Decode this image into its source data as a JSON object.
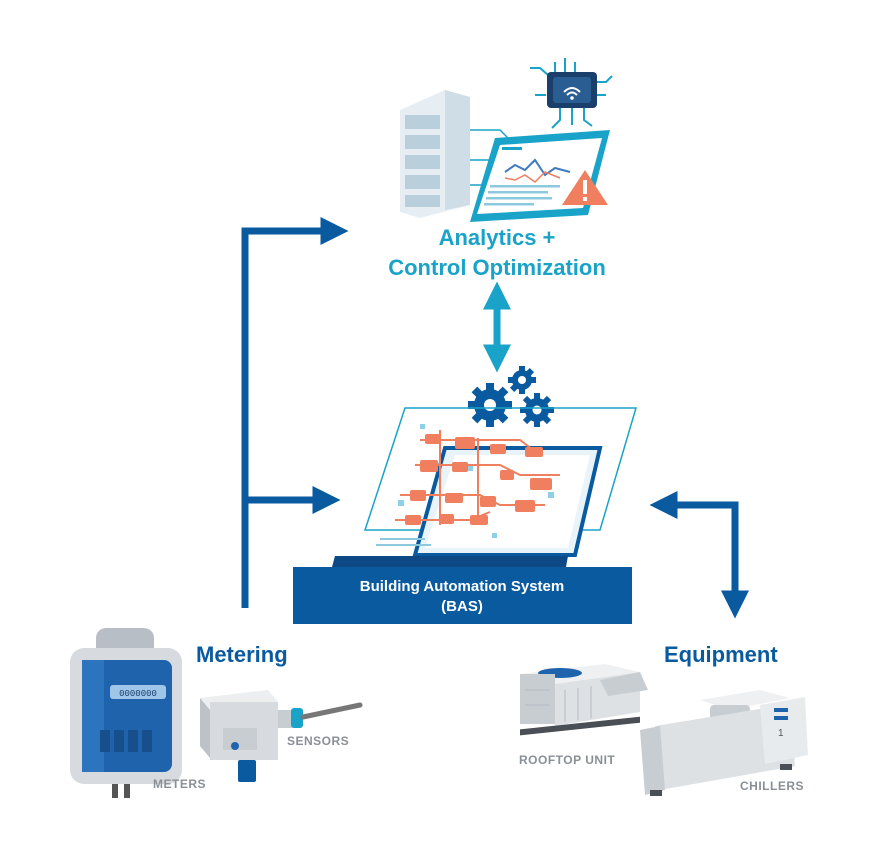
{
  "analytics": {
    "title_line1": "Analytics +",
    "title_line2": "Control Optimization"
  },
  "bas": {
    "title_line1": "Building Automation System",
    "title_line2": "(BAS)"
  },
  "metering": {
    "title": "Metering",
    "meters_label": "METERS",
    "sensors_label": "SENSORS",
    "meter_display": "0000000"
  },
  "equipment": {
    "title": "Equipment",
    "rooftop_label": "ROOFTOP UNIT",
    "chillers_label": "CHILLERS",
    "chiller_number": "1"
  },
  "colors": {
    "primary_blue": "#0a5aa0",
    "accent_cyan": "#1aa3c8",
    "component_orange": "#ef7f5e",
    "device_gray": "#c9cdd2"
  },
  "icons": [
    "server-rack-icon",
    "chip-icon",
    "dashboard-screen-icon",
    "warning-icon",
    "gears-icon",
    "circuit-board-icon",
    "meter-icon",
    "sensor-icon",
    "rooftop-unit-icon",
    "chiller-icon"
  ]
}
